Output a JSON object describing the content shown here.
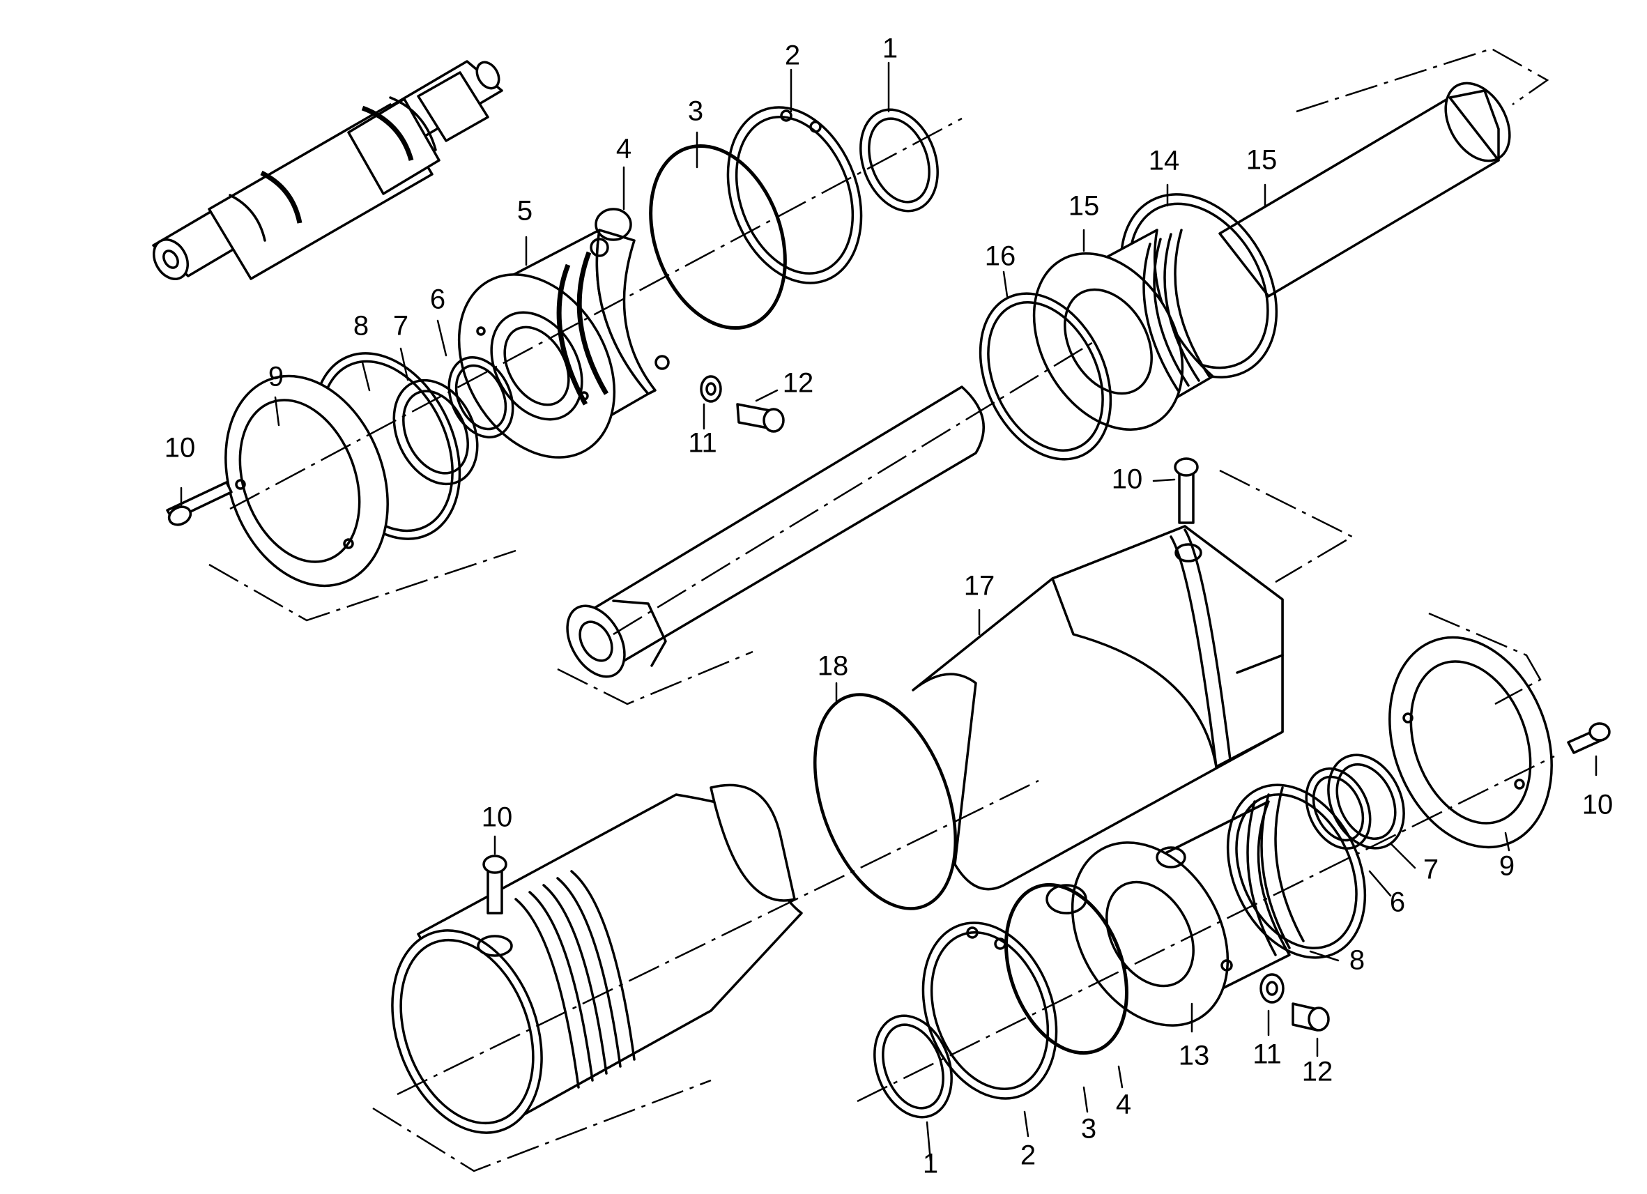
{
  "callouts": [
    {
      "id": "c-1-top",
      "label": "1"
    },
    {
      "id": "c-2-top",
      "label": "2"
    },
    {
      "id": "c-3-top",
      "label": "3"
    },
    {
      "id": "c-4-top",
      "label": "4"
    },
    {
      "id": "c-5",
      "label": "5"
    },
    {
      "id": "c-6-left",
      "label": "6"
    },
    {
      "id": "c-7-left",
      "label": "7"
    },
    {
      "id": "c-8-left",
      "label": "8"
    },
    {
      "id": "c-9-left",
      "label": "9"
    },
    {
      "id": "c-10-left",
      "label": "10"
    },
    {
      "id": "c-11-top",
      "label": "11"
    },
    {
      "id": "c-12-top",
      "label": "12"
    },
    {
      "id": "c-14",
      "label": "14"
    },
    {
      "id": "c-15-rod",
      "label": "15"
    },
    {
      "id": "c-15-piston",
      "label": "15"
    },
    {
      "id": "c-16",
      "label": "16"
    },
    {
      "id": "c-10-mid",
      "label": "10"
    },
    {
      "id": "c-17",
      "label": "17"
    },
    {
      "id": "c-18",
      "label": "18"
    },
    {
      "id": "c-10-barrel",
      "label": "10"
    },
    {
      "id": "c-10-right",
      "label": "10"
    },
    {
      "id": "c-9-right",
      "label": "9"
    },
    {
      "id": "c-7-right",
      "label": "7"
    },
    {
      "id": "c-6-right",
      "label": "6"
    },
    {
      "id": "c-8-right",
      "label": "8"
    },
    {
      "id": "c-13",
      "label": "13"
    },
    {
      "id": "c-11-bottom",
      "label": "11"
    },
    {
      "id": "c-12-bottom",
      "label": "12"
    },
    {
      "id": "c-4-bottom",
      "label": "4"
    },
    {
      "id": "c-3-bottom",
      "label": "3"
    },
    {
      "id": "c-2-bottom",
      "label": "2"
    },
    {
      "id": "c-1-bottom",
      "label": "1"
    }
  ]
}
